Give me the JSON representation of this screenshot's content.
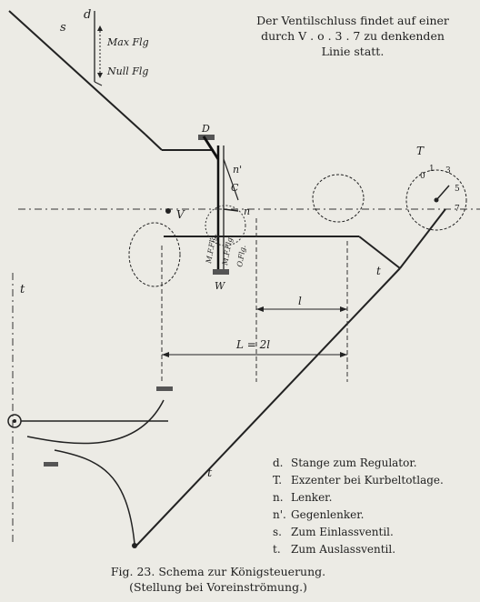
{
  "note": {
    "line1": "Der Ventilschluss findet auf einer",
    "line2": "durch V . o . 3 . 7 zu denkenden",
    "line3": "Linie statt."
  },
  "figure_labels": {
    "d": "d",
    "s": "s",
    "t_upper": "t",
    "t_lower": "t",
    "t_right": "t",
    "max_flg": "Max Flg",
    "null_flg": "Null Flg",
    "D": "D",
    "T": "T",
    "V": "V",
    "W": "W",
    "C": "C",
    "n": "n",
    "n_prime": "n'",
    "l": "l",
    "L": "L = 2l",
    "mf1": "M.F.Flg.",
    "mf2": "M.F.Flg.",
    "of": "O.Flg.",
    "circle_nums": [
      "0",
      "1",
      "3",
      "5",
      "7"
    ]
  },
  "legend": [
    {
      "key": "d.",
      "text": "Stange zum Regulator."
    },
    {
      "key": "T.",
      "text": "Exzenter bei Kurbeltotlage."
    },
    {
      "key": "n.",
      "text": "Lenker."
    },
    {
      "key": "n'.",
      "text": "Gegenlenker."
    },
    {
      "key": "s.",
      "text": "Zum Einlassventil."
    },
    {
      "key": "t.",
      "text": "Zum Auslassventil."
    }
  ],
  "caption": {
    "line1": "Fig. 23.  Schema zur Königsteuerung.",
    "line2": "(Stellung bei Voreinströmung.)"
  }
}
